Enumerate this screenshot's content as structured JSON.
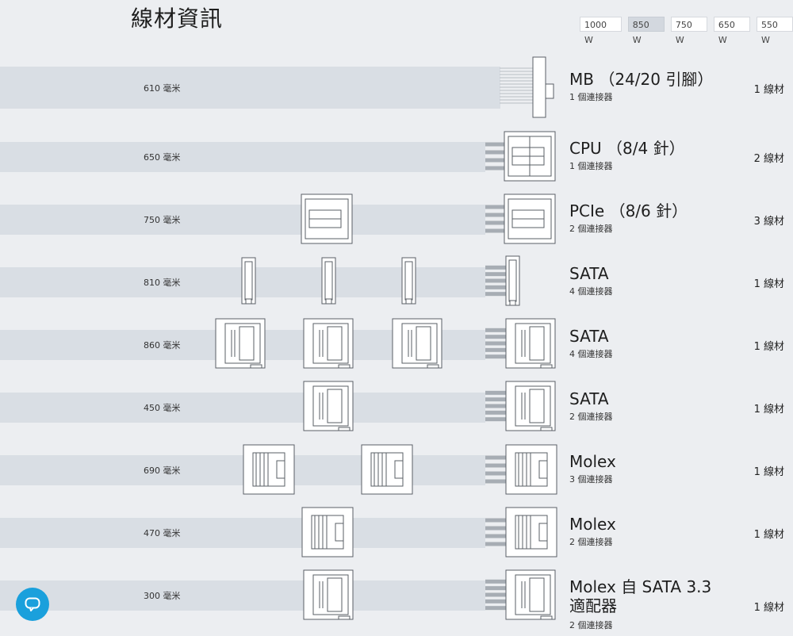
{
  "page": {
    "title": "線材資訊"
  },
  "wattage_tabs": [
    {
      "label": "1000 W",
      "active": false
    },
    {
      "label": "850 W",
      "active": true
    },
    {
      "label": "750 W",
      "active": false
    },
    {
      "label": "650 W",
      "active": false
    },
    {
      "label": "550 W",
      "active": false
    }
  ],
  "cables": [
    {
      "length": "610 毫米",
      "name": "MB （24/20 引腳）",
      "connectors": "1 個連接器",
      "count": "1 線材",
      "type": "mb"
    },
    {
      "length": "650 毫米",
      "name": "CPU （8/4 針）",
      "connectors": "1 個連接器",
      "count": "2 線材",
      "type": "cpu"
    },
    {
      "length": "750 毫米",
      "name": "PCIe （8/6 針）",
      "connectors": "2 個連接器",
      "count": "3 線材",
      "type": "pcie"
    },
    {
      "length": "810 毫米",
      "name": "SATA",
      "connectors": "4 個連接器",
      "count": "1 線材",
      "type": "sata_slim"
    },
    {
      "length": "860 毫米",
      "name": "SATA",
      "connectors": "4 個連接器",
      "count": "1 線材",
      "type": "sata"
    },
    {
      "length": "450 毫米",
      "name": "SATA",
      "connectors": "2 個連接器",
      "count": "1 線材",
      "type": "sata"
    },
    {
      "length": "690 毫米",
      "name": "Molex",
      "connectors": "3 個連接器",
      "count": "1 線材",
      "type": "molex"
    },
    {
      "length": "470 毫米",
      "name": "Molex",
      "connectors": "2 個連接器",
      "count": "1 線材",
      "type": "molex"
    },
    {
      "length": "300 毫米",
      "name": "Molex 自 SATA 3.3 適配器",
      "connectors": "2 個連接器",
      "count": "1 線材",
      "type": "adapter"
    }
  ],
  "icons": {
    "chat": "chat-bubble-icon"
  },
  "colors": {
    "accent": "#1aa0dc",
    "band": "#d9dee4",
    "background": "#eceef1"
  }
}
